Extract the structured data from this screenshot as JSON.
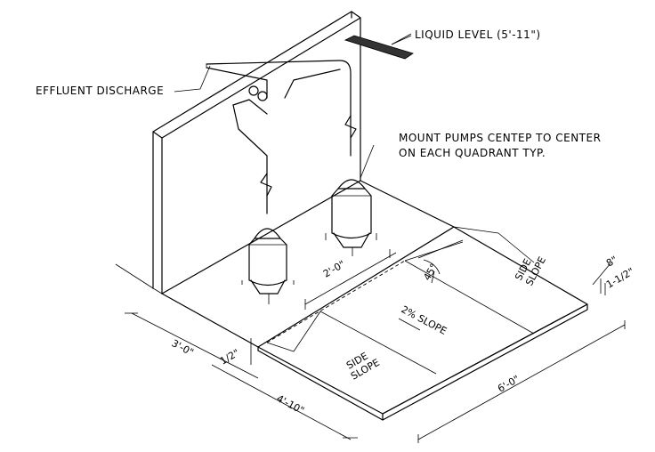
{
  "labels": {
    "liquid_level": "LIQUID LEVEL (5'-11\")",
    "effluent_discharge": "EFFLUENT DISCHARGE",
    "mount_pumps_line1": "MOUNT PUMPS CENTEP TO CENTER",
    "mount_pumps_line2": "ON EACH QUADRANT TYP.",
    "dim_2_0": "2'-0\"",
    "dim_3_0": "3'-0\"",
    "dim_4_10": "4'-10\"",
    "dim_6_0": "6'-0\"",
    "dim_8": "8\"",
    "dim_1_half_right": "1-1/2\"",
    "dim_1_half_left": "1/2\"",
    "angle_45": "45°",
    "slope_2pct": "2% SLOPE",
    "side_slope_top_1": "SIDE",
    "side_slope_top_2": "SLOPE",
    "side_slope_bottom_1": "SIDE",
    "side_slope_bottom_2": "SLOPE"
  }
}
